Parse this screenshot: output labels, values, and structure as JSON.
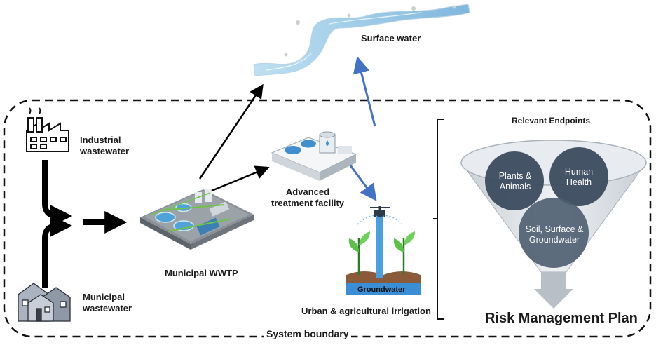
{
  "labels": {
    "surface_water": "Surface water",
    "industrial": "Industrial wastewater",
    "municipal": "Municipal wastewater",
    "wwtp": "Municipal WWTP",
    "advanced": "Advanced treatment facility",
    "irrigation": "Urban & agricultural irrigation",
    "groundwater_tag": "Groundwater",
    "system_boundary": "System boundary",
    "relevant_endpoints": "Relevant Endpoints",
    "risk_plan": "Risk Management Plan"
  },
  "endpoints": {
    "plants": "Plants & Animals",
    "human": "Human Health",
    "soil": "Soil, Surface & Groundwater"
  },
  "colors": {
    "black_arrow": "#000000",
    "blue_arrow": "#4472c4",
    "circle_fill": "#3b4b5e",
    "funnel_fill": "#dfe3e8",
    "water": "#9ecbe6"
  }
}
